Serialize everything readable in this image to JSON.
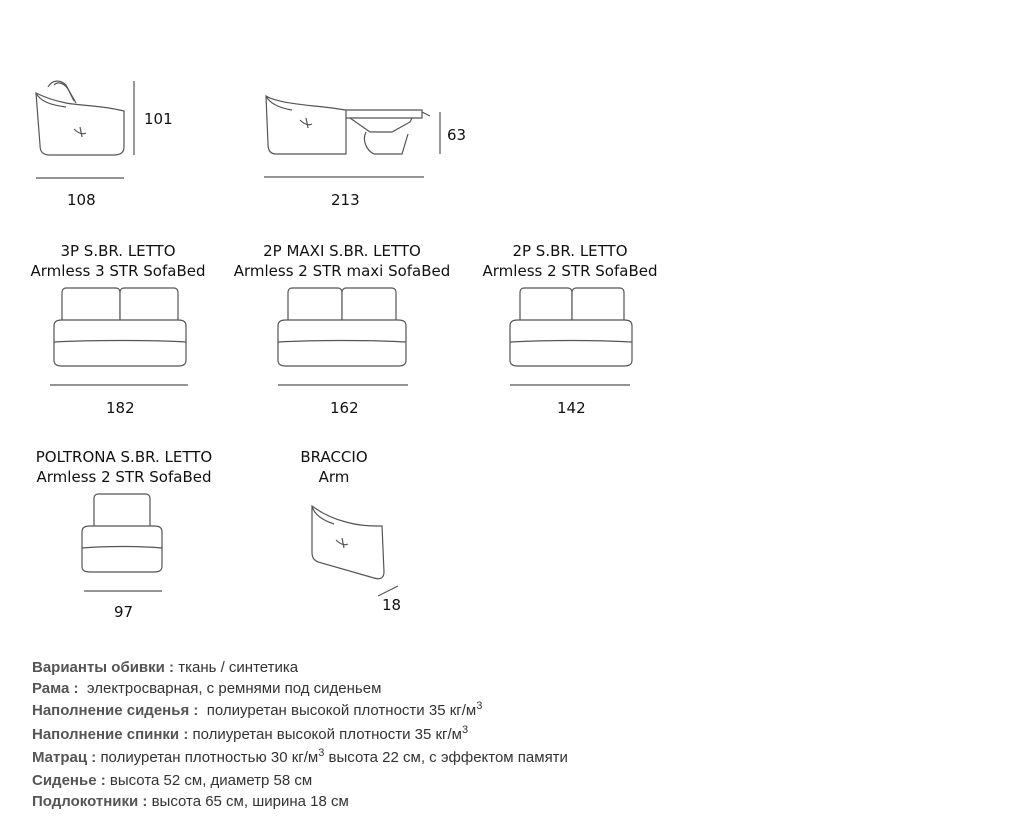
{
  "side_views": {
    "armchair": {
      "width": "108",
      "height": "101"
    },
    "open_bed": {
      "width": "213",
      "height": "63"
    }
  },
  "modules": [
    {
      "code": "3P S.BR. LETTO",
      "name": "Armless 3 STR SofaBed",
      "width": "182"
    },
    {
      "code": "2P MAXI S.BR. LETTO",
      "name": "Armless 2 STR maxi SofaBed",
      "width": "162"
    },
    {
      "code": "2P S.BR. LETTO",
      "name": "Armless 2 STR SofaBed",
      "width": "142"
    },
    {
      "code": "POLTRONA S.BR. LETTO",
      "name": "Armless 2 STR SofaBed",
      "width": "97"
    },
    {
      "code": "BRACCIO",
      "name": "Arm",
      "width": "18"
    }
  ],
  "specs": [
    {
      "label": "Варианты обивки :",
      "value": "ткань / синтетика"
    },
    {
      "label": "Рама :",
      "value": "электросварная, с ремнями под сиденьем"
    },
    {
      "label": "Наполнение сиденья :",
      "value": "полиуретан высокой плотности 35 кг/м",
      "sup": "3"
    },
    {
      "label": "Наполнение спинки :",
      "value": "полиуретан высокой плотности 35 кг/м",
      "sup": "3"
    },
    {
      "label": "Матрац :",
      "value": "полиуретан плотностью 30 кг/м",
      "sup": "3",
      "tail": " высота 22 см, с эффектом памяти"
    },
    {
      "label": "Сиденье :",
      "value": "высота 52 см, диаметр 58 см"
    },
    {
      "label": "Подлокотники :",
      "value": "высота 65 см, ширина 18 см"
    }
  ]
}
